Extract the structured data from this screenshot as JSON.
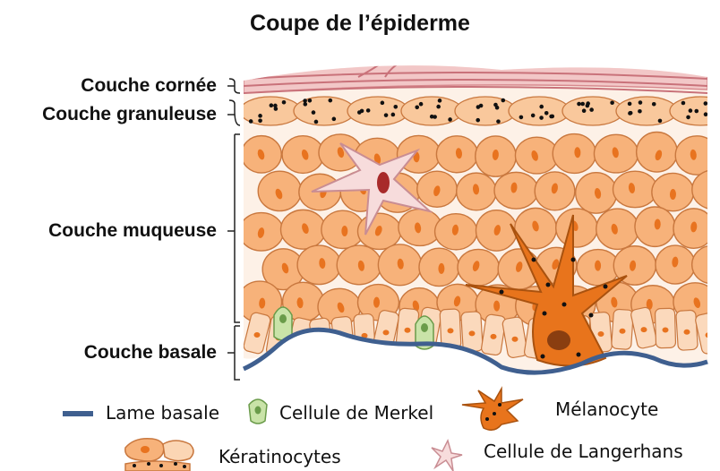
{
  "title": "Coupe de l’épiderme",
  "layers": {
    "cornee": "Couche cornée",
    "granuleuse": "Couche granuleuse",
    "muqueuse": "Couche muqueuse",
    "basale": "Couche basale"
  },
  "legend": {
    "lame_basale": "Lame basale",
    "merkel": "Cellule de Merkel",
    "melanocyte": "Mélanocyte",
    "keratinocytes": "Kératinocytes",
    "langerhans": "Cellule de Langerhans"
  },
  "colors": {
    "keratinocyte_fill": "#f7b27a",
    "keratinocyte_stroke": "#c9783f",
    "nucleus": "#e8731f",
    "melanocyte": "#e8741c",
    "langerhans": "#f7dcdc",
    "merkel": "#c9e3a8",
    "lame_basale": "#3f5f8f",
    "cornee": "#e7a9ad",
    "granule": "#111111"
  }
}
